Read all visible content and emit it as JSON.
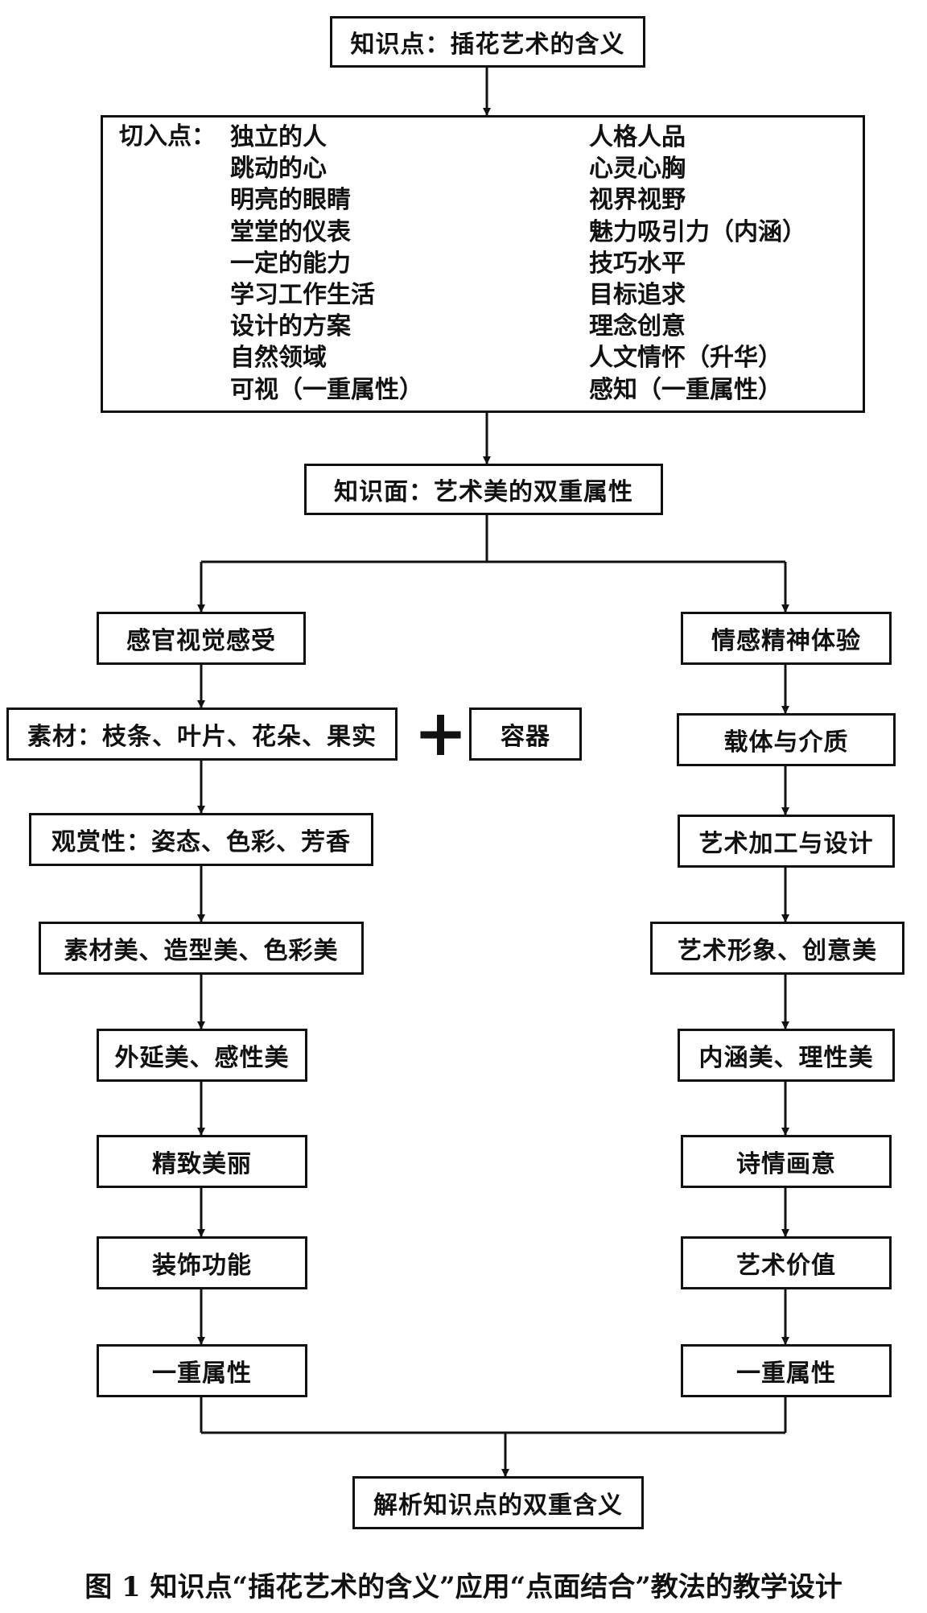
{
  "top_box": "知识点：插花艺术的含义",
  "entry": {
    "label": "切入点：",
    "rows": [
      {
        "left": "独立的人",
        "right": "人格人品"
      },
      {
        "left": "跳动的心",
        "right": "心灵心胸"
      },
      {
        "left": "明亮的眼睛",
        "right": "视界视野"
      },
      {
        "left": "堂堂的仪表",
        "right": "魅力吸引力（内涵）"
      },
      {
        "left": "一定的能力",
        "right": "技巧水平"
      },
      {
        "left": "学习工作生活",
        "right": "目标追求"
      },
      {
        "left": "设计的方案",
        "right": "理念创意"
      },
      {
        "left": "自然领域",
        "right": "人文情怀（升华）"
      },
      {
        "left": "可视（一重属性）",
        "right": "感知（一重属性）"
      }
    ]
  },
  "mid_box": "知识面：艺术美的双重属性",
  "left_branch": [
    "感官视觉感受",
    "素材：枝条、叶片、花朵、果实",
    "观赏性：姿态、色彩、芳香",
    "素材美、造型美、色彩美",
    "外延美、感性美",
    "精致美丽",
    "装饰功能",
    "一重属性"
  ],
  "right_branch": [
    "情感精神体验",
    "载体与介质",
    "艺术加工与设计",
    "艺术形象、创意美",
    "内涵美、理性美",
    "诗情画意",
    "艺术价值",
    "一重属性"
  ],
  "plus_symbol": "+",
  "container_box": "容器",
  "final_box": "解析知识点的双重含义",
  "caption": "图 1 知识点“插花艺术的含义”应用“点面结合”教法的教学设计"
}
